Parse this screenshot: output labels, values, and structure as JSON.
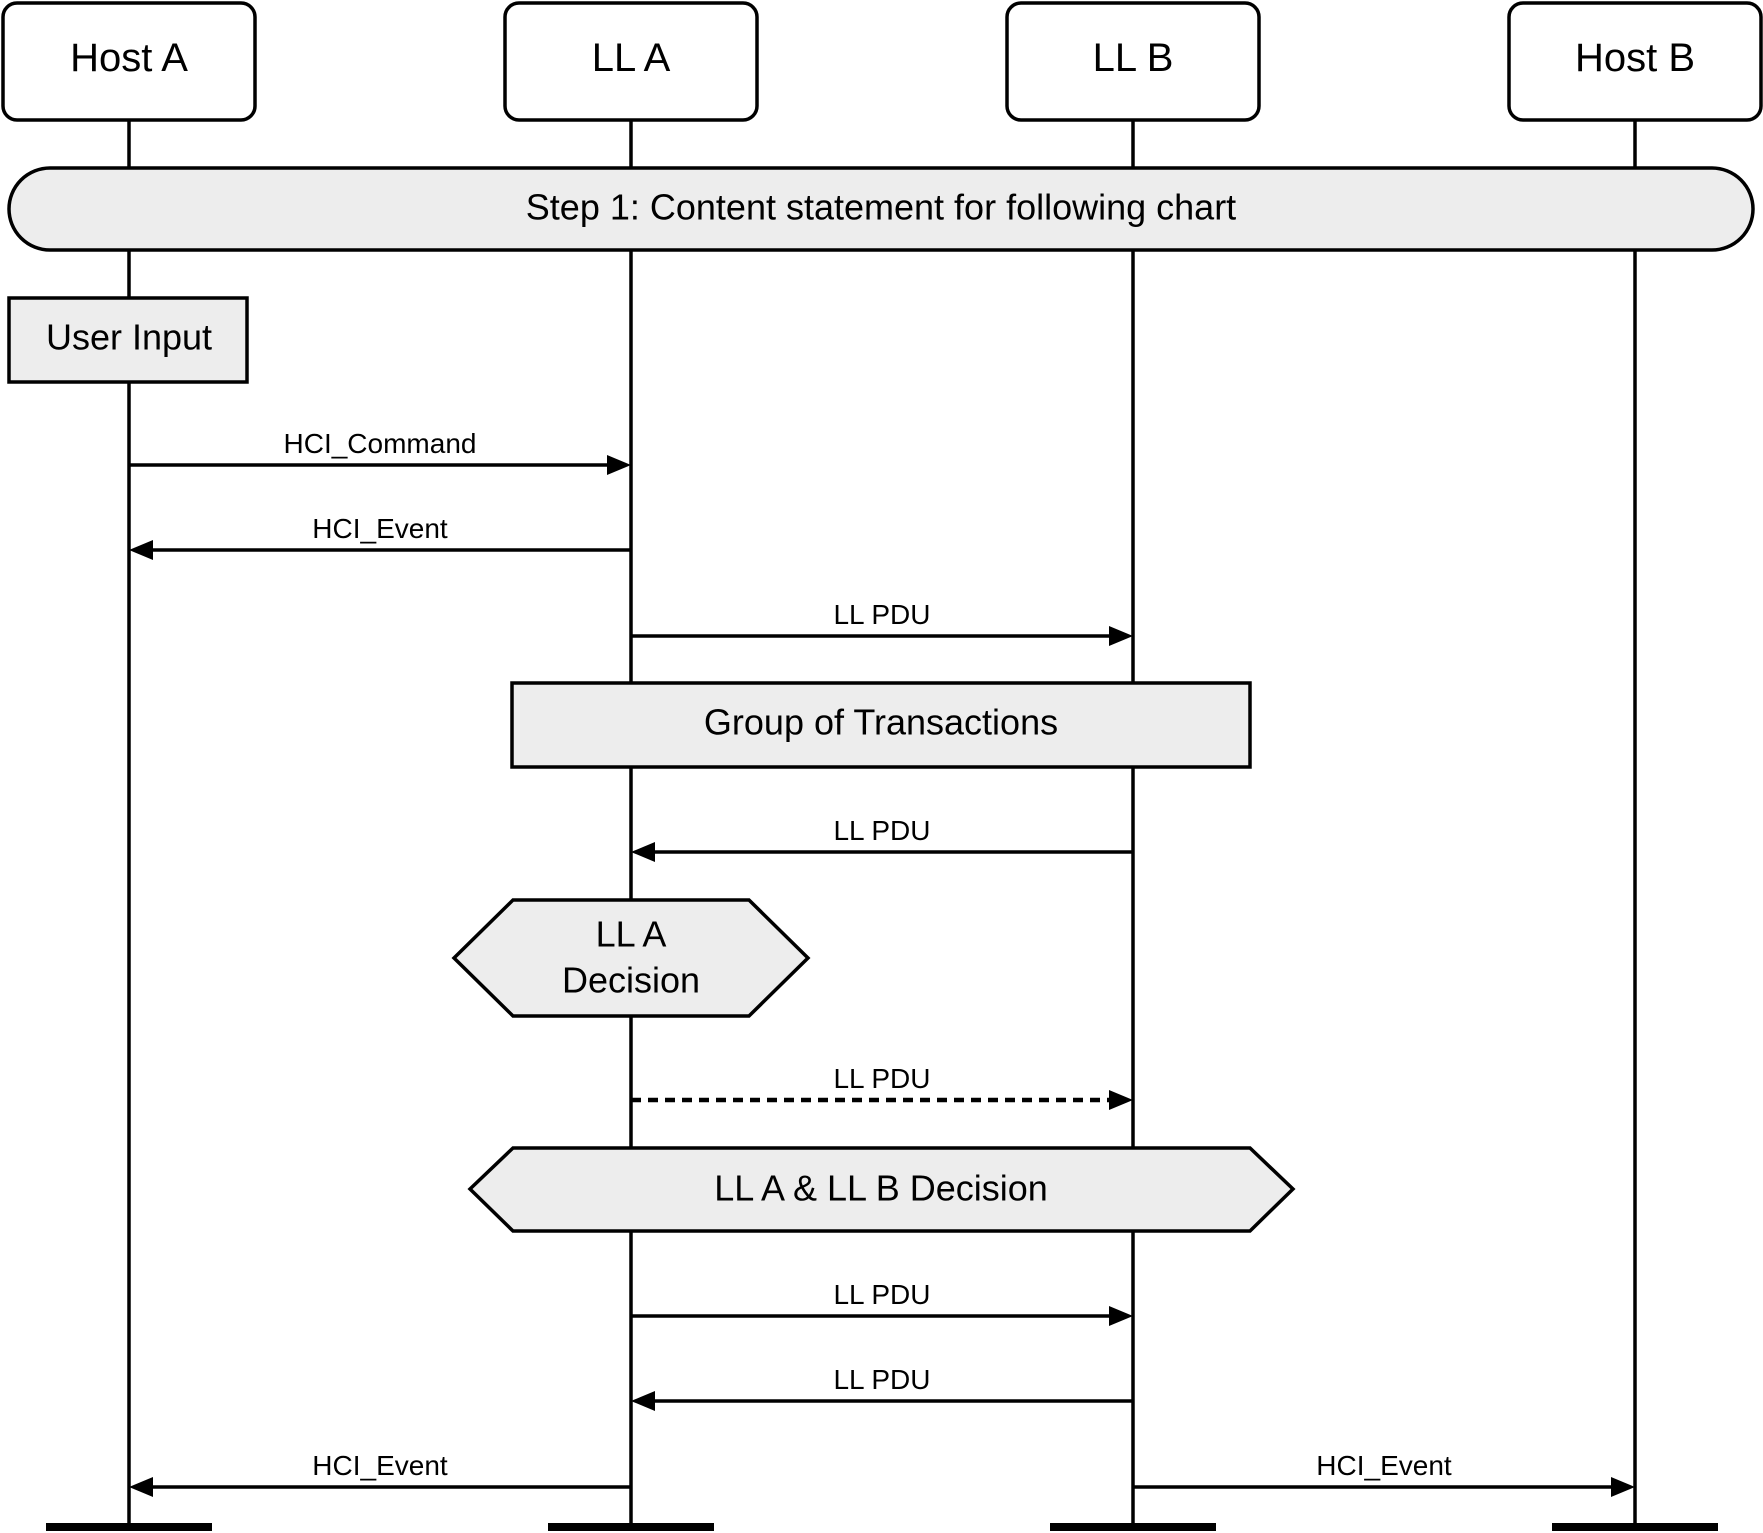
{
  "entities": [
    {
      "label": "Host A"
    },
    {
      "label": "LL A"
    },
    {
      "label": "LL B"
    },
    {
      "label": "Host B"
    }
  ],
  "step_banner": "Step 1:  Content statement for following chart",
  "user_input": "User Input",
  "group_box": "Group of Transactions",
  "decision_a_line1": "LL A",
  "decision_a_line2": "Decision",
  "decision_ab": "LL A & LL B Decision",
  "messages": [
    {
      "label": "HCI_Command",
      "from": 0,
      "to": 1,
      "style": "solid"
    },
    {
      "label": "HCI_Event",
      "from": 1,
      "to": 0,
      "style": "solid"
    },
    {
      "label": "LL PDU",
      "from": 1,
      "to": 2,
      "style": "solid"
    },
    {
      "label": "LL PDU",
      "from": 2,
      "to": 1,
      "style": "solid"
    },
    {
      "label": "LL PDU",
      "from": 1,
      "to": 2,
      "style": "dashed"
    },
    {
      "label": "LL PDU",
      "from": 1,
      "to": 2,
      "style": "solid"
    },
    {
      "label": "LL PDU",
      "from": 2,
      "to": 1,
      "style": "solid"
    },
    {
      "label": "HCI_Event",
      "from": 1,
      "to": 0,
      "style": "solid"
    },
    {
      "label": "HCI_Event",
      "from": 2,
      "to": 3,
      "style": "solid"
    }
  ]
}
